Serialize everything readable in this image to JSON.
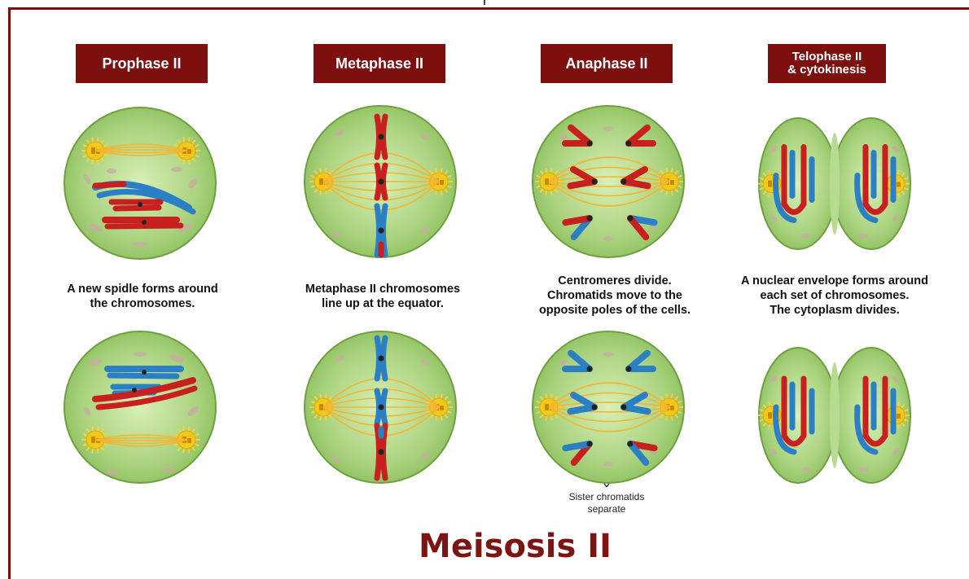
{
  "title": "Meisosis II",
  "stages": [
    {
      "label": "Prophase II",
      "description": "A new spidle forms around\nthe chromosomes."
    },
    {
      "label": "Metaphase II",
      "description": "Metaphase II  chromosomes\nline up at the equator."
    },
    {
      "label": "Anaphase II",
      "description": "Centromeres divide.\nChromatids move to the\nopposite poles of the cells."
    },
    {
      "label": "Telophase II\n& cytokinesis",
      "description": "A nuclear envelope forms around\neach set of chromosomes.\nThe cytoplasm divides."
    }
  ],
  "annotation": "Sister chromatids\nseparate",
  "colors": {
    "banner": "#7d0f0f",
    "title": "#7d1414",
    "cell_fill": "#a9d27e",
    "cell_edge": "#6fa040",
    "chromosome_red": "#c8201f",
    "chromosome_blue": "#2b7fc4",
    "centrosome": "#f4c81a",
    "spindle": "#f3b531"
  }
}
